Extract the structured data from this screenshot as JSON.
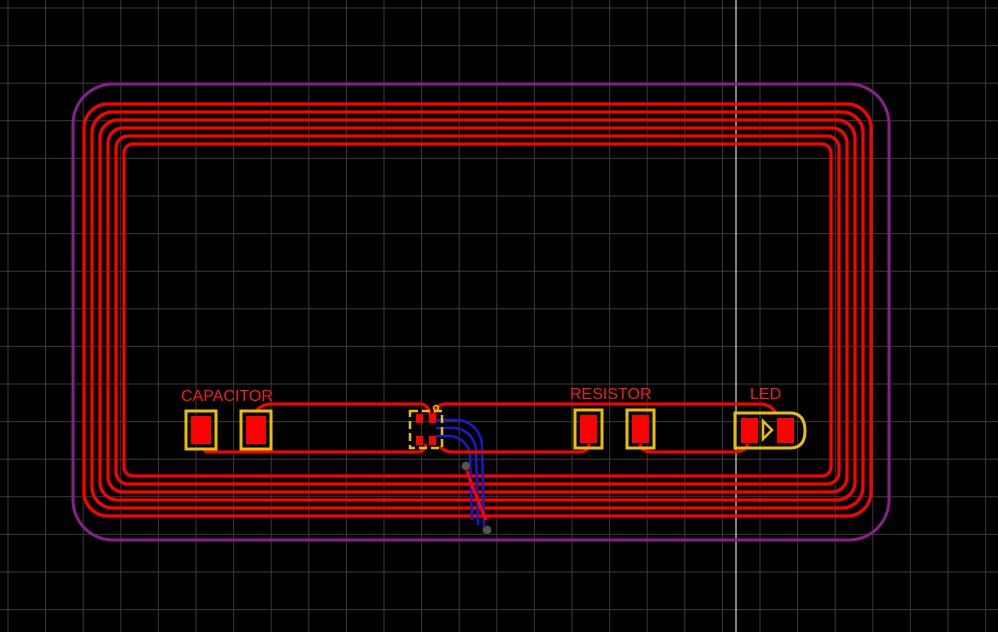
{
  "colors": {
    "background": "#000000",
    "grid": "#3a3a3a",
    "grid_major_line": "#d8d8d8",
    "board_outline": "#8b1e8b",
    "top_copper": "#ff0000",
    "bottom_copper": "#1a1ac8",
    "silkscreen": "#e8c000",
    "label_text": "#ff1a1a",
    "via": "#555555"
  },
  "labels": {
    "capacitor": "CAPACITOR",
    "resistor": "RESISTOR",
    "led": "LED"
  },
  "components": [
    {
      "designator_text": "CAPACITOR",
      "type": "capacitor"
    },
    {
      "designator_text": "RESISTOR",
      "type": "resistor"
    },
    {
      "designator_text": "LED",
      "type": "led"
    }
  ],
  "antenna_coil_turns": 6
}
